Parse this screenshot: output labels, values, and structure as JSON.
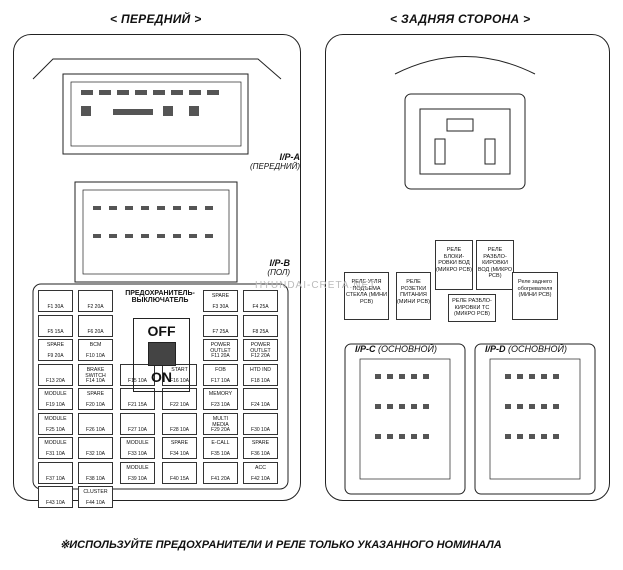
{
  "headers": {
    "front": "< ПЕРЕДНИЙ >",
    "rear": "< ЗАДНЯЯ СТОРОНА >"
  },
  "connectors": {
    "ipa": {
      "name": "I/P-A",
      "sub": "(ПЕРЕДНИЙ)"
    },
    "ipb": {
      "name": "I/P-B",
      "sub": "(ПОЛ)"
    },
    "ipc": {
      "name": "I/P-C",
      "sub": "(ОСНОВНОЙ)"
    },
    "ipd": {
      "name": "I/P-D",
      "sub": "(ОСНОВНОЙ)"
    }
  },
  "switch": {
    "title": "ПРЕДОХРАНИТЕЛЬ-ВЫКЛЮЧАТЕЛЬ",
    "off": "OFF",
    "on": "ON"
  },
  "fuses": [
    {
      "id": "F1",
      "label": "",
      "rating": "F1 30A"
    },
    {
      "id": "F2",
      "label": "",
      "rating": "F2 20A"
    },
    {
      "id": "F3",
      "label": "SPARE",
      "rating": "F3 30A"
    },
    {
      "id": "F4",
      "label": "",
      "rating": "F4 25A"
    },
    {
      "id": "F5",
      "label": "",
      "rating": "F5 15A"
    },
    {
      "id": "F6",
      "label": "",
      "rating": "F6 20A"
    },
    {
      "id": "F7",
      "label": "",
      "rating": "F7 25A"
    },
    {
      "id": "F8",
      "label": "",
      "rating": "F8 25A"
    },
    {
      "id": "F9",
      "label": "SPARE",
      "rating": "F9 20A"
    },
    {
      "id": "F10",
      "label": "BCM",
      "rating": "F10 10A"
    },
    {
      "id": "F11",
      "label": "POWER OUTLET",
      "rating": "F11 20A"
    },
    {
      "id": "F12",
      "label": "POWER OUTLET",
      "rating": "F12 20A"
    },
    {
      "id": "F13",
      "label": "",
      "rating": "F13 20A"
    },
    {
      "id": "F14",
      "label": "BRAKE SWITCH",
      "rating": "F14 10A"
    },
    {
      "id": "F15",
      "label": "",
      "rating": "F15 10A"
    },
    {
      "id": "F16",
      "label": "START",
      "rating": "F16 10A"
    },
    {
      "id": "F17",
      "label": "FOB",
      "rating": "F17 10A"
    },
    {
      "id": "F18",
      "label": "HTD IND",
      "rating": "F18 10A"
    },
    {
      "id": "F19",
      "label": "MODULE",
      "rating": "F19 10A"
    },
    {
      "id": "F20",
      "label": "SPARE",
      "rating": "F20 10A"
    },
    {
      "id": "F21",
      "label": "",
      "rating": "F21 15A"
    },
    {
      "id": "F22",
      "label": "",
      "rating": "F22 10A"
    },
    {
      "id": "F23",
      "label": "MEMORY",
      "rating": "F23 10A"
    },
    {
      "id": "F24",
      "label": "",
      "rating": "F24 10A"
    },
    {
      "id": "F25",
      "label": "MODULE",
      "rating": "F25 10A"
    },
    {
      "id": "F26",
      "label": "",
      "rating": "F26 10A"
    },
    {
      "id": "F27",
      "label": "",
      "rating": "F27 10A"
    },
    {
      "id": "F28",
      "label": "",
      "rating": "F28 10A"
    },
    {
      "id": "F29",
      "label": "MULTI MEDIA",
      "rating": "F29 20A"
    },
    {
      "id": "F30",
      "label": "",
      "rating": "F30 10A"
    },
    {
      "id": "F31",
      "label": "MODULE",
      "rating": "F31 10A"
    },
    {
      "id": "F32",
      "label": "",
      "rating": "F32 10A"
    },
    {
      "id": "F33",
      "label": "MODULE",
      "rating": "F33 10A"
    },
    {
      "id": "F34",
      "label": "SPARE",
      "rating": "F34 10A"
    },
    {
      "id": "F35",
      "label": "E-CALL",
      "rating": "F35 10A"
    },
    {
      "id": "F36",
      "label": "SPARE",
      "rating": "F36 10A"
    },
    {
      "id": "F37",
      "label": "",
      "rating": "F37 10A"
    },
    {
      "id": "F38",
      "label": "",
      "rating": "F38 10A"
    },
    {
      "id": "F39",
      "label": "MODULE",
      "rating": "F39 10A"
    },
    {
      "id": "F40",
      "label": "",
      "rating": "F40 15A"
    },
    {
      "id": "F41",
      "label": "",
      "rating": "F41 20A"
    },
    {
      "id": "F42",
      "label": "ACC",
      "rating": "F42 10A"
    },
    {
      "id": "F43",
      "label": "",
      "rating": "F43 10A"
    },
    {
      "id": "F44",
      "label": "CLUSTER",
      "rating": "F44 10A"
    }
  ],
  "relays": [
    {
      "id": "r1",
      "text": "РЕЛЕ УГЛЯ ПОДЪЕМА СТЕКЛА (МИНИ РСВ)"
    },
    {
      "id": "r2",
      "text": "РЕЛЕ РОЗЕТКИ ПИТАНИЯ (МИНИ РСВ)"
    },
    {
      "id": "r3",
      "text": "РЕЛЕ БЛОКИ-РОВКИ ВОД (МИКРО РСВ)"
    },
    {
      "id": "r4",
      "text": "РЕЛЕ РАЗБЛО-КИРОВКИ ВОД (МИКРО РСВ)"
    },
    {
      "id": "r5",
      "text": "РЕЛЕ РАЗБЛО-КИРОВКИ ТС (МИКРО РСВ)"
    },
    {
      "id": "r6",
      "text": "Реле заднего обогревателя (МИНИ РСВ)"
    }
  ],
  "watermark": "HYUNDAI-CRETA.NET",
  "footer": "※ИСПОЛЬЗУЙТЕ ПРЕДОХРАНИТЕЛИ И РЕЛЕ ТОЛЬКО УКАЗАННОГО НОМИНАЛА"
}
